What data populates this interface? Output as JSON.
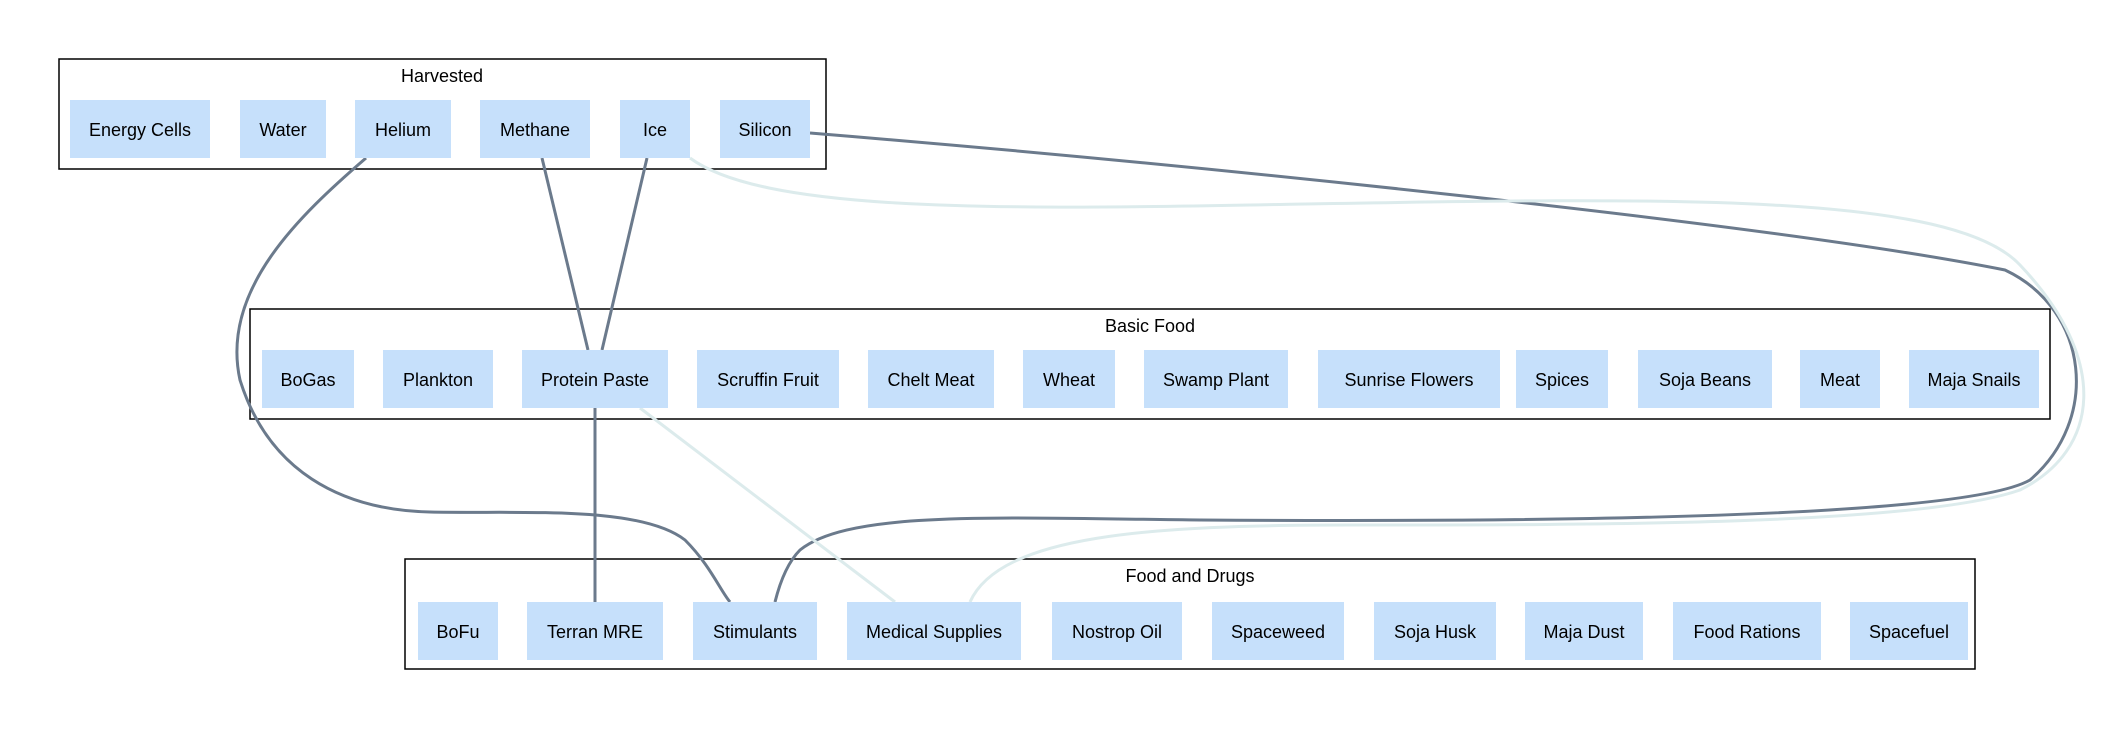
{
  "colors": {
    "node_fill": "#c6e0fb",
    "edge_dark": "#6b7a8c",
    "edge_light": "#dcebec",
    "cluster_border": "#000000"
  },
  "clusters": [
    {
      "id": "harvested",
      "label": "Harvested",
      "nodes": [
        "Energy Cells",
        "Water",
        "Helium",
        "Methane",
        "Ice",
        "Silicon"
      ]
    },
    {
      "id": "basic_food",
      "label": "Basic Food",
      "nodes": [
        "BoGas",
        "Plankton",
        "Protein Paste",
        "Scruffin Fruit",
        "Chelt Meat",
        "Wheat",
        "Swamp Plant",
        "Sunrise Flowers",
        "Spices",
        "Soja Beans",
        "Meat",
        "Maja Snails"
      ]
    },
    {
      "id": "food_and_drugs",
      "label": "Food and Drugs",
      "nodes": [
        "BoFu",
        "Terran MRE",
        "Stimulants",
        "Medical Supplies",
        "Nostrop Oil",
        "Spaceweed",
        "Soja Husk",
        "Maja Dust",
        "Food Rations",
        "Spacefuel"
      ]
    }
  ],
  "edges": [
    {
      "from": "Methane",
      "to": "Protein Paste",
      "style": "dark"
    },
    {
      "from": "Ice",
      "to": "Protein Paste",
      "style": "dark"
    },
    {
      "from": "Helium",
      "to": "Stimulants",
      "style": "dark"
    },
    {
      "from": "Silicon",
      "to": "Stimulants",
      "style": "dark"
    },
    {
      "from": "Protein Paste",
      "to": "Terran MRE",
      "style": "dark"
    },
    {
      "from": "Protein Paste",
      "to": "Medical Supplies",
      "style": "light"
    },
    {
      "from": "Ice",
      "to": "Medical Supplies",
      "style": "light"
    }
  ]
}
